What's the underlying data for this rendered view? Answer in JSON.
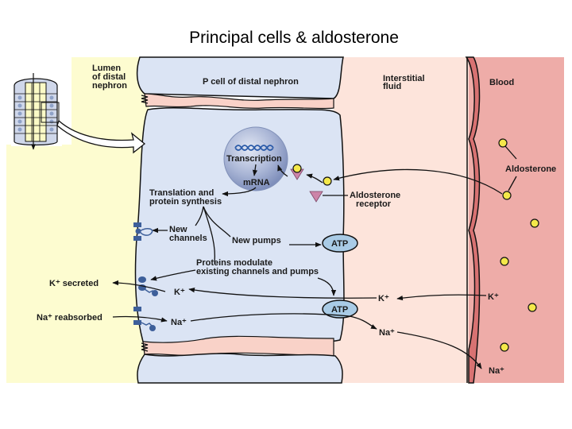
{
  "title": "Principal cells & aldosterone",
  "regions": {
    "lumen": {
      "label_lines": [
        "Lumen",
        "of distal",
        "nephron"
      ],
      "color": "#fdfcd0"
    },
    "cell": {
      "label": "P cell of distal nephron",
      "color": "#dbe4f4"
    },
    "interstitial": {
      "label_lines": [
        "Interstitial",
        "fluid"
      ],
      "color": "#fde4db"
    },
    "blood": {
      "label": "Blood",
      "color": "#eeaca8"
    }
  },
  "labels": {
    "transcription": "Transcription",
    "mrna": "mRNA",
    "translation": [
      "Translation and",
      "protein synthesis"
    ],
    "new_channels": [
      "New",
      "channels"
    ],
    "new_pumps": "New pumps",
    "proteins_modulate": [
      "Proteins modulate",
      "existing channels and pumps"
    ],
    "aldosterone_receptor": [
      "Aldosterone",
      "receptor"
    ],
    "aldosterone": "Aldosterone",
    "k_secreted": "K⁺ secreted",
    "na_reabsorbed": "Na⁺ reabsorbed",
    "k_cell": "K⁺",
    "na_cell": "Na⁺",
    "k_interstitial": "K⁺",
    "na_interstitial": "Na⁺",
    "k_blood": "K⁺",
    "na_blood": "Na⁺",
    "atp_top": "ATP",
    "atp_bottom": "ATP"
  },
  "colors": {
    "channel": "#3d5f9a",
    "atp_fill": "#a9cbe6",
    "aldosterone_dot": "#f4e84a",
    "receptor": "#cc84a8",
    "nucleus": "#9aa8cc",
    "dna": "#2a5aa8",
    "stroke": "#111111"
  }
}
